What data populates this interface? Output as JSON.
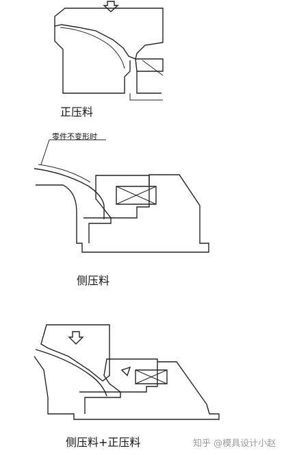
{
  "figures": [
    {
      "caption": "正压料"
    },
    {
      "caption": "侧压料",
      "annotation": "零件不变形时"
    },
    {
      "caption": "侧压料+正压料"
    }
  ],
  "watermark": "知乎 @模具设计小赵",
  "colors": {
    "line": "#222222",
    "hatch": "#333333",
    "watermark": "#9a9a9a"
  }
}
